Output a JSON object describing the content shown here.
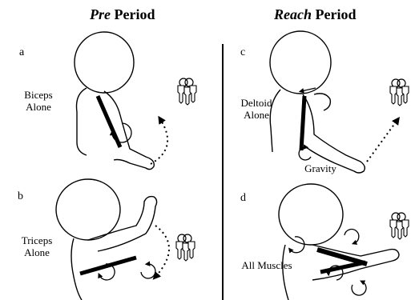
{
  "headers": {
    "pre": {
      "emph": "Pre",
      "rest": " Period"
    },
    "reach": {
      "emph": "Reach",
      "rest": " Period"
    }
  },
  "panels": {
    "a": {
      "letter": "a",
      "label_line1": "Biceps",
      "label_line2": "Alone"
    },
    "b": {
      "letter": "b",
      "label_line1": "Triceps",
      "label_line2": "Alone"
    },
    "c": {
      "letter": "c",
      "label_line1": "Deltoid",
      "label_line2": "Alone",
      "extra_label": "Gravity"
    },
    "d": {
      "letter": "d",
      "label_line1": "All Muscles"
    }
  },
  "icons": [
    "keys-icon",
    "infant-outline",
    "muscle-bar",
    "rotation-arrow",
    "dotted-trajectory-arrow"
  ]
}
